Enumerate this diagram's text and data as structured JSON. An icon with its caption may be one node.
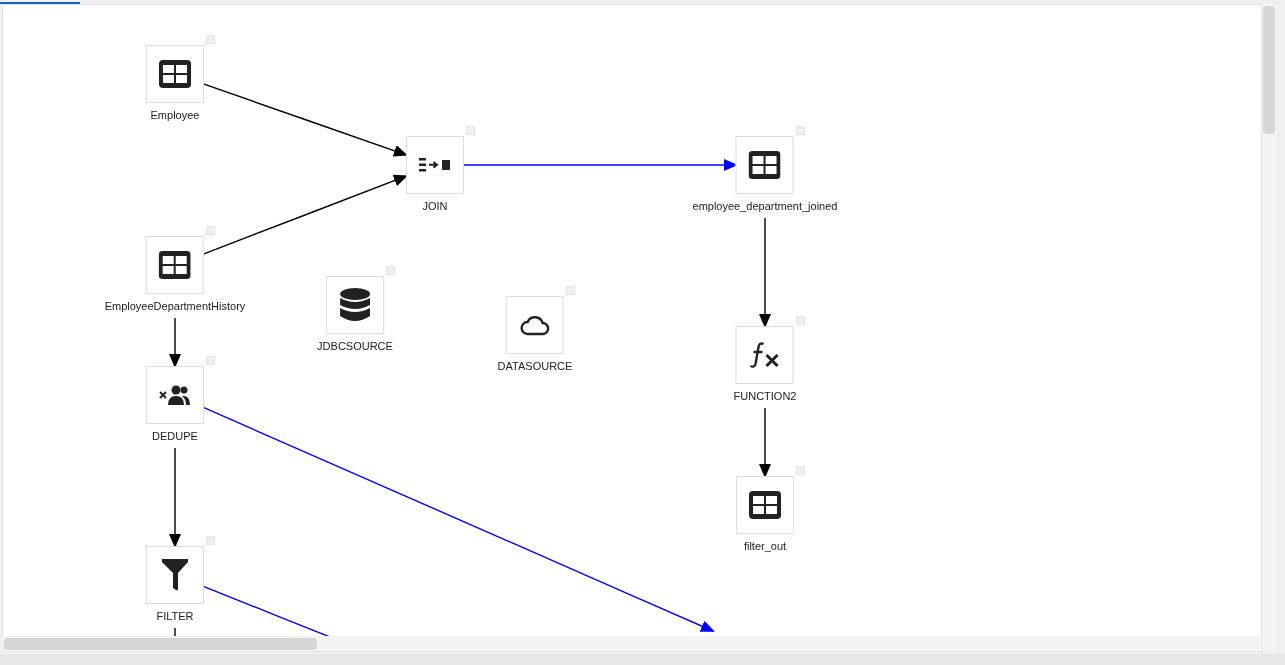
{
  "diagram": {
    "nodes": [
      {
        "text": [
          "Employee"
        ]
      },
      {
        "text": [
          "JOIN"
        ]
      },
      {
        "text": [
          "employee_department_joined"
        ]
      },
      {
        "text": [
          "EmployeeDepartmentHistory"
        ]
      },
      {
        "text": [
          "JDBCSOURCE"
        ]
      },
      {
        "text": [
          "DATASOURCE"
        ]
      },
      {
        "text": [
          "DEDUPE"
        ]
      },
      {
        "text": [
          "FUNCTION2"
        ]
      },
      {
        "text": [
          "FILTER"
        ]
      },
      {
        "text": [
          "filter_out"
        ]
      }
    ],
    "edges": [
      {
        "from": 0,
        "to": 1,
        "arrow": "to"
      },
      {
        "from": 3,
        "to": 1,
        "arrow": "to"
      },
      {
        "from": 1,
        "to": 2,
        "arrow": "to",
        "color": "#0000ff"
      },
      {
        "from": 2,
        "to": 7,
        "arrow": "to"
      },
      {
        "from": 7,
        "to": 9,
        "arrow": "to"
      },
      {
        "from": 3,
        "to": 6,
        "arrow": "to"
      },
      {
        "from": 6,
        "to": 8,
        "arrow": "to"
      },
      {
        "from": 6,
        "to": null,
        "arrow": "to",
        "color": "#0000ff"
      },
      {
        "from": 8,
        "to": null,
        "arrow": "none",
        "color": "#0000ff"
      },
      {
        "from": 8,
        "to": null,
        "arrow": "none"
      }
    ]
  }
}
